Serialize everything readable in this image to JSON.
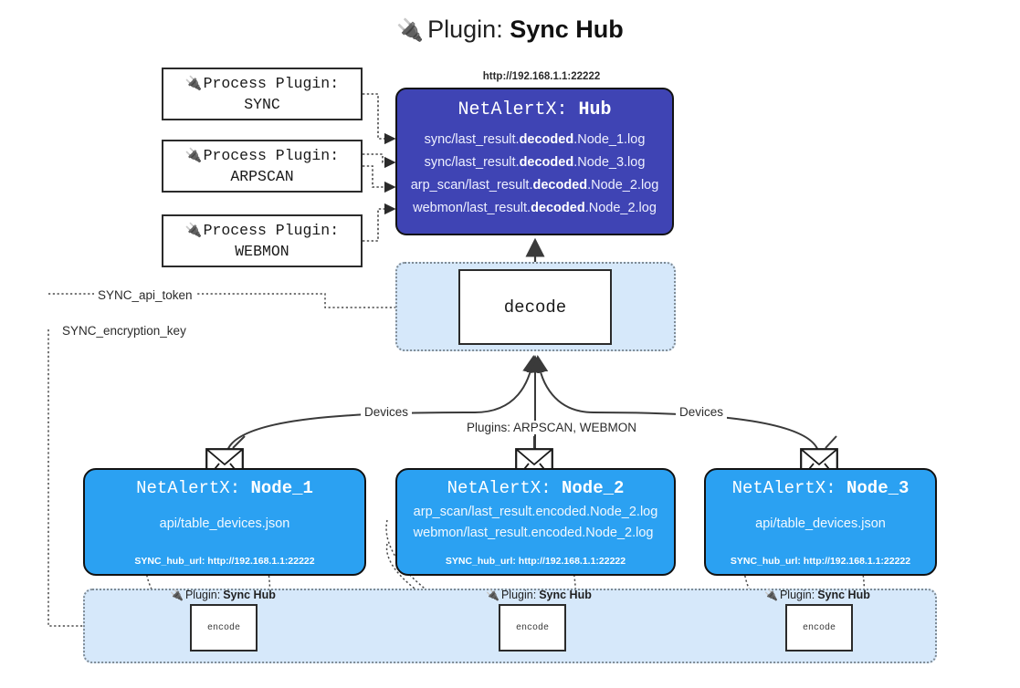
{
  "title": {
    "icon": "plug-icon",
    "lead": "Plugin:",
    "name": "Sync Hub"
  },
  "process_plugins": [
    {
      "icon": "plug-icon",
      "label": "Process Plugin:",
      "name": "SYNC"
    },
    {
      "icon": "plug-icon",
      "label": "Process Plugin:",
      "name": "ARPSCAN"
    },
    {
      "icon": "plug-icon",
      "label": "Process Plugin:",
      "name": "WEBMON"
    }
  ],
  "hub": {
    "url": "http://192.168.1.1:22222",
    "title_prefix": "NetAlertX: ",
    "title_name": "Hub",
    "logs": [
      {
        "pre": "sync/last_result.",
        "mid": "decoded",
        "post": ".Node_1.log"
      },
      {
        "pre": "sync/last_result.",
        "mid": "decoded",
        "post": ".Node_3.log"
      },
      {
        "pre": "arp_scan/last_result.",
        "mid": "decoded",
        "post": ".Node_2.log"
      },
      {
        "pre": "webmon/last_result.",
        "mid": "decoded",
        "post": ".Node_2.log"
      }
    ]
  },
  "decode": {
    "label": "decode"
  },
  "edge_labels": {
    "api_token": "SYNC_api_token",
    "encryption_key": "SYNC_encryption_key",
    "devices_left": "Devices",
    "devices_right": "Devices",
    "plugins_middle": "Plugins: ARPSCAN, WEBMON"
  },
  "nodes": [
    {
      "title_prefix": "NetAlertX: ",
      "title_name": "Node_1",
      "lines": [
        "api/table_devices.json"
      ],
      "footer": "SYNC_hub_url: http://192.168.1.1:22222",
      "envelope_icon": "envelope-icon"
    },
    {
      "title_prefix": "NetAlertX: ",
      "title_name": "Node_2",
      "lines": [
        "arp_scan/last_result.encoded.Node_2.log",
        "webmon/last_result.encoded.Node_2.log"
      ],
      "footer": "SYNC_hub_url: http://192.168.1.1:22222",
      "envelope_icon": "envelope-icon"
    },
    {
      "title_prefix": "NetAlertX: ",
      "title_name": "Node_3",
      "lines": [
        "api/table_devices.json"
      ],
      "footer": "SYNC_hub_url: http://192.168.1.1:22222",
      "envelope_icon": "envelope-icon"
    }
  ],
  "encode_section": {
    "captions": [
      {
        "icon": "plug-icon",
        "lead": "Plugin:",
        "name": "Sync Hub"
      },
      {
        "icon": "plug-icon",
        "lead": "Plugin:",
        "name": "Sync Hub"
      },
      {
        "icon": "plug-icon",
        "lead": "Plugin:",
        "name": "Sync Hub"
      }
    ],
    "boxes": [
      "encode",
      "encode",
      "encode"
    ]
  },
  "colors": {
    "hub_fill": "#3f44b4",
    "node_fill": "#2ba1f2",
    "group_fill": "#d6e8fa",
    "stroke": "#2b2b2b",
    "dotted_stroke": "#7f8b95"
  }
}
